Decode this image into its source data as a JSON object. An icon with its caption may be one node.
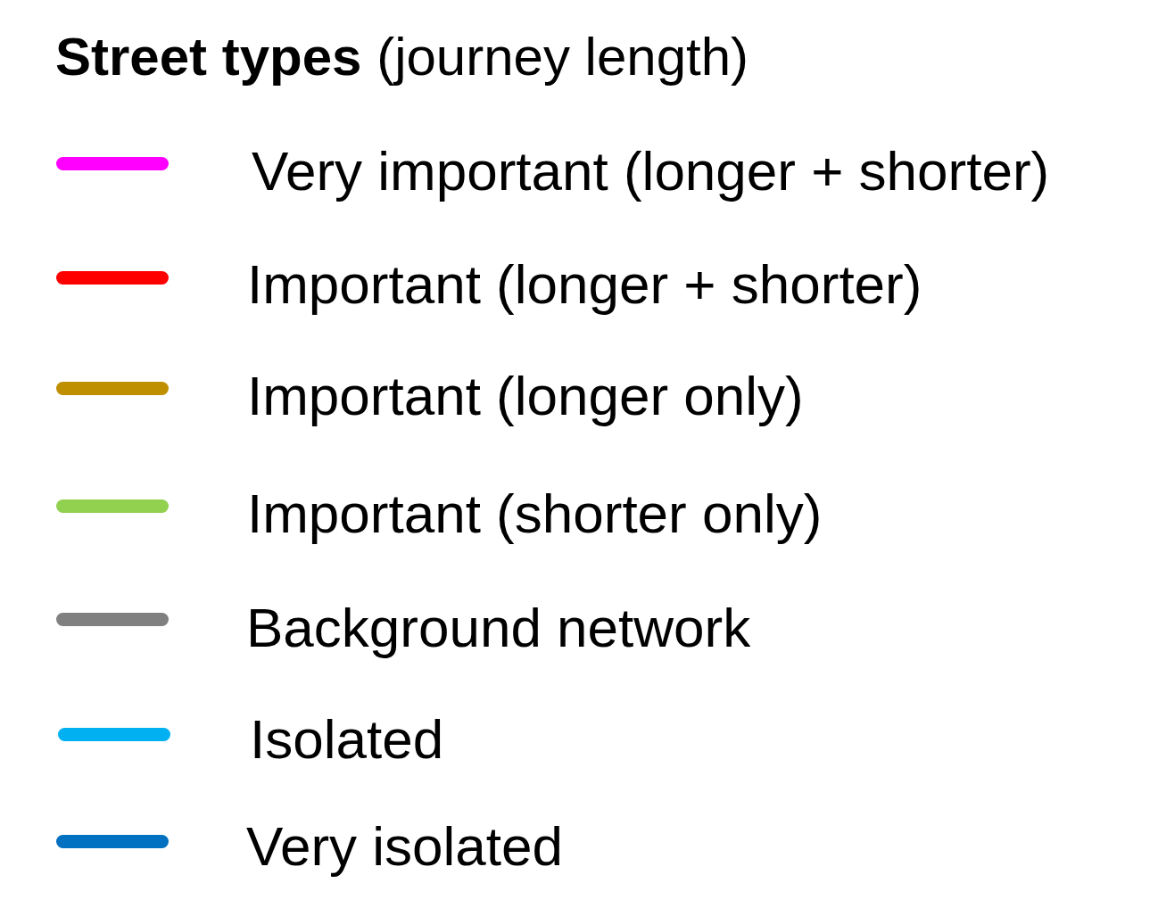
{
  "diagram": {
    "title": "**Street types** (journey length)",
    "legend": [
      {
        "text": "Very important (longer + shorter)",
        "color": "#ff00ff"
      },
      {
        "text": "Important (longer + shorter)",
        "color": "#ff0000"
      },
      {
        "text": "Important (longer only)",
        "color": "#bf8f00"
      },
      {
        "text": "Important (shorter only)",
        "color": "#92d050"
      },
      {
        "text": "Background network",
        "color": "#808080"
      },
      {
        "text": "Isolated",
        "color": "#00b0f0"
      },
      {
        "text": "Very isolated",
        "color": "#0070c0"
      }
    ]
  }
}
